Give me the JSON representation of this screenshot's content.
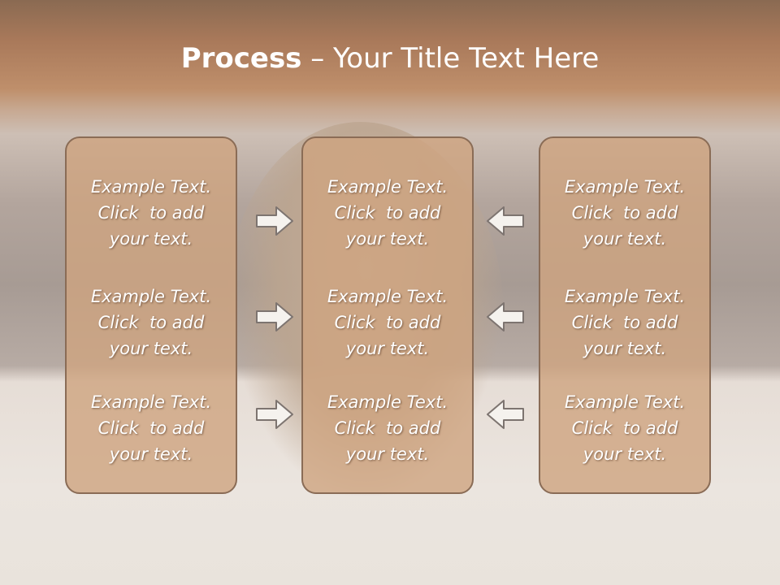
{
  "slide": {
    "title_bold": "Process",
    "title_rest": " – Your Title Text Here"
  },
  "panels": [
    {
      "items": [
        {
          "l1": "Example Text.",
          "l2": "Click  to add",
          "l3": "your text."
        },
        {
          "l1": "Example Text.",
          "l2": "Click  to add",
          "l3": "your text."
        },
        {
          "l1": "Example Text.",
          "l2": "Click  to add",
          "l3": "your text."
        }
      ]
    },
    {
      "items": [
        {
          "l1": "Example Text.",
          "l2": "Click  to add",
          "l3": "your text."
        },
        {
          "l1": "Example Text.",
          "l2": "Click  to add",
          "l3": "your text."
        },
        {
          "l1": "Example Text.",
          "l2": "Click  to add",
          "l3": "your text."
        }
      ]
    },
    {
      "items": [
        {
          "l1": "Example Text.",
          "l2": "Click  to add",
          "l3": "your text."
        },
        {
          "l1": "Example Text.",
          "l2": "Click  to add",
          "l3": "your text."
        },
        {
          "l1": "Example Text.",
          "l2": "Click  to add",
          "l3": "your text."
        }
      ]
    }
  ],
  "arrows": {
    "left_column": "arrow-right-icon",
    "right_column": "arrow-left-icon"
  },
  "colors": {
    "panel_fill": "#d0a681",
    "panel_border": "#8a6c56",
    "arrow_fill": "#f5f2ee",
    "arrow_stroke": "#7d7470",
    "text": "#ffffff"
  }
}
